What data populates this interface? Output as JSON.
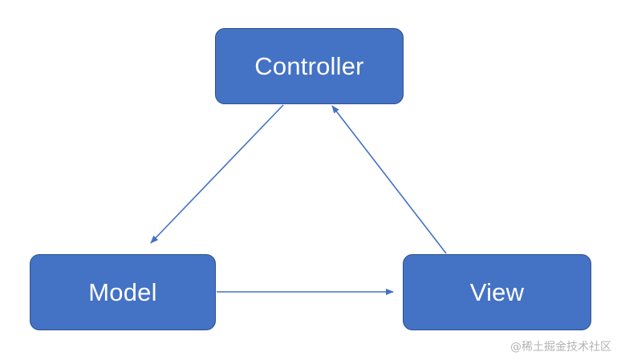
{
  "diagram": {
    "nodes": {
      "controller": "Controller",
      "model": "Model",
      "view": "View"
    },
    "edges": [
      {
        "from": "Controller",
        "to": "Model"
      },
      {
        "from": "Model",
        "to": "View"
      },
      {
        "from": "View",
        "to": "Controller"
      }
    ],
    "colors": {
      "box_fill": "#4472c4",
      "box_border": "#2f528f",
      "arrow": "#4472c4",
      "text": "#ffffff"
    }
  },
  "watermark": "@稀土掘金技术社区"
}
